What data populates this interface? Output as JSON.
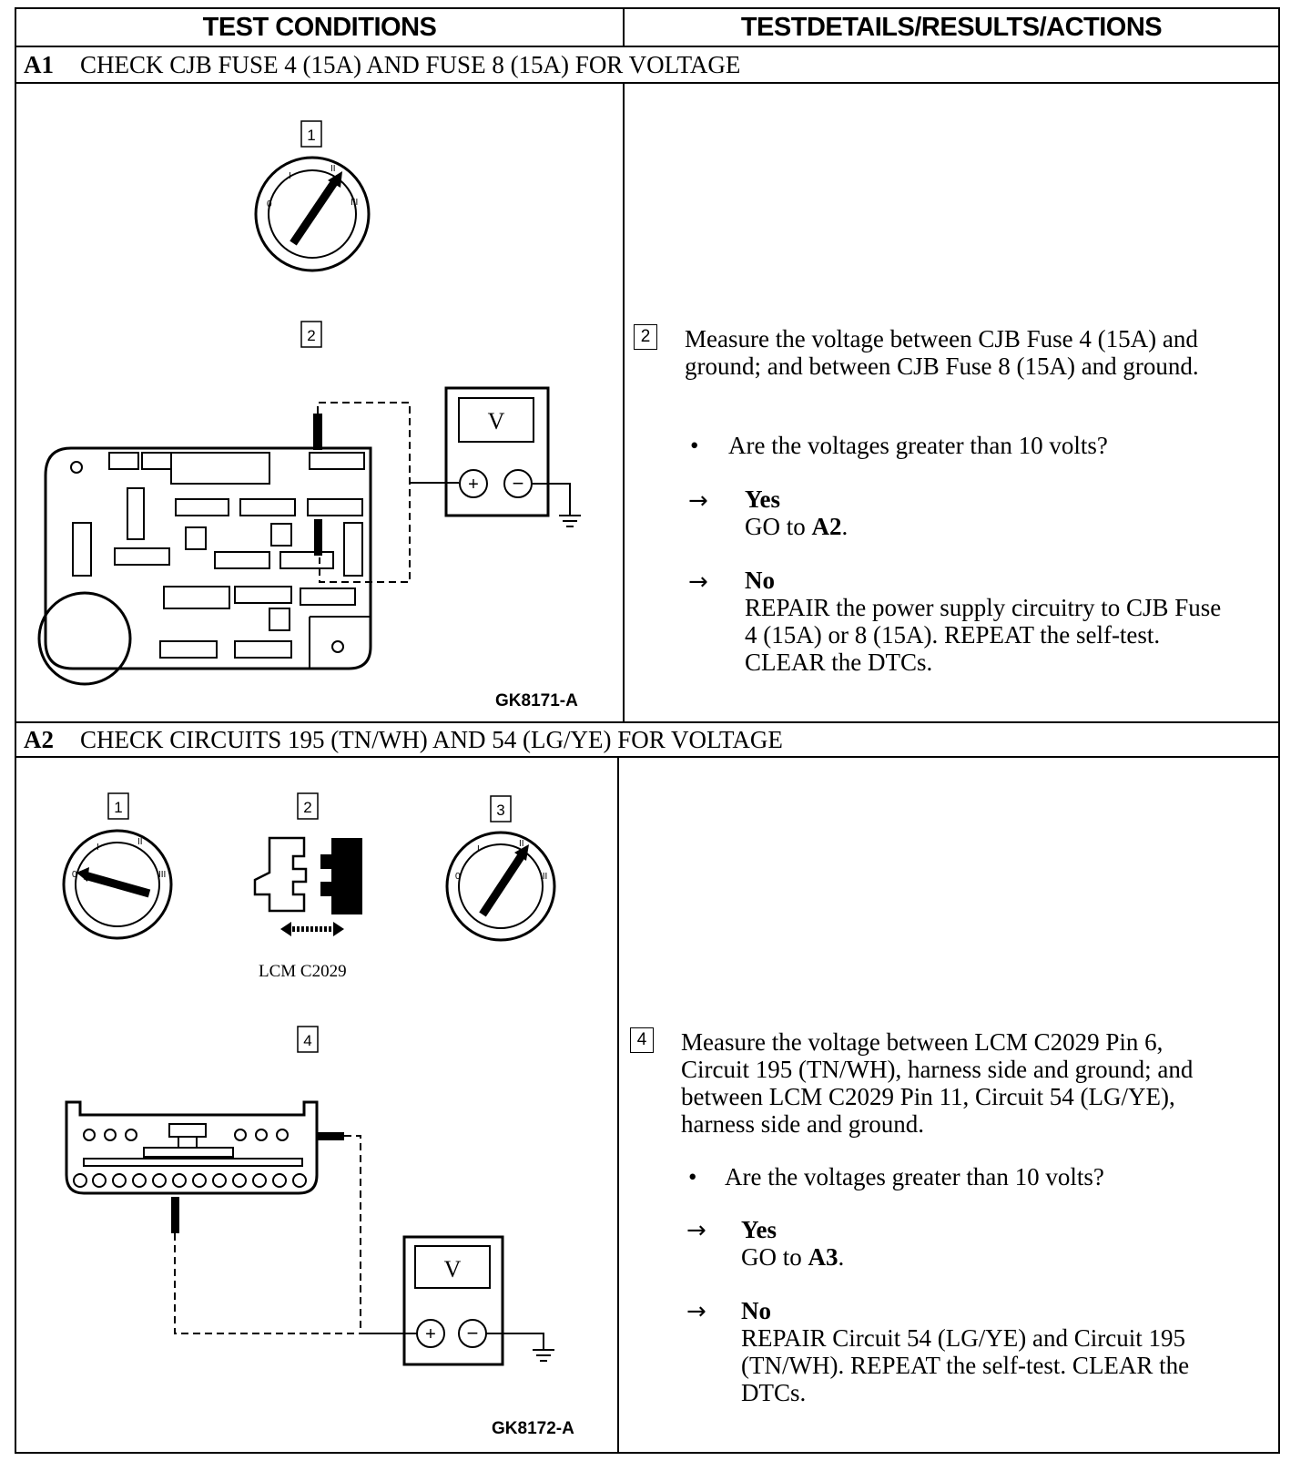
{
  "headers": {
    "left": "TEST CONDITIONS",
    "right": "TESTDETAILS/RESULTS/ACTIONS"
  },
  "steps": [
    {
      "id": "A1",
      "title": "CHECK CJB FUSE 4 (15A) AND FUSE 8 (15A) FOR VOLTAGE",
      "figure_labels": [
        "1",
        "2"
      ],
      "figure_id": "GK8171-A",
      "meter_label": "V",
      "detail_num": "2",
      "detail": "Measure the voltage between CJB Fuse 4 (15A) and ground; and between CJB Fuse 8 (15A) and ground.",
      "question": "Are the voltages greater than 10 volts?",
      "yes": {
        "label": "Yes",
        "action_prefix": "GO to ",
        "action_target": "A2",
        "action_suffix": "."
      },
      "no": {
        "label": "No",
        "action": "REPAIR the power supply circuitry to CJB Fuse 4 (15A) or 8 (15A). REPEAT the self-test. CLEAR the DTCs."
      }
    },
    {
      "id": "A2",
      "title": "CHECK CIRCUITS 195 (TN/WH) AND 54 (LG/YE) FOR VOLTAGE",
      "figure_labels": [
        "1",
        "2",
        "3",
        "4"
      ],
      "connector_label": "LCM C2029",
      "figure_id": "GK8172-A",
      "meter_label": "V",
      "detail_num": "4",
      "detail": "Measure the voltage between LCM C2029 Pin 6, Circuit 195 (TN/WH), harness side and ground; and between LCM C2029 Pin 11, Circuit 54 (LG/YE), harness side and ground.",
      "question": "Are the voltages greater than 10 volts?",
      "yes": {
        "label": "Yes",
        "action_prefix": "GO to ",
        "action_target": "A3",
        "action_suffix": "."
      },
      "no": {
        "label": "No",
        "action": "REPAIR Circuit 54 (LG/YE) and Circuit 195 (TN/WH). REPEAT the self-test. CLEAR the DTCs."
      }
    }
  ]
}
